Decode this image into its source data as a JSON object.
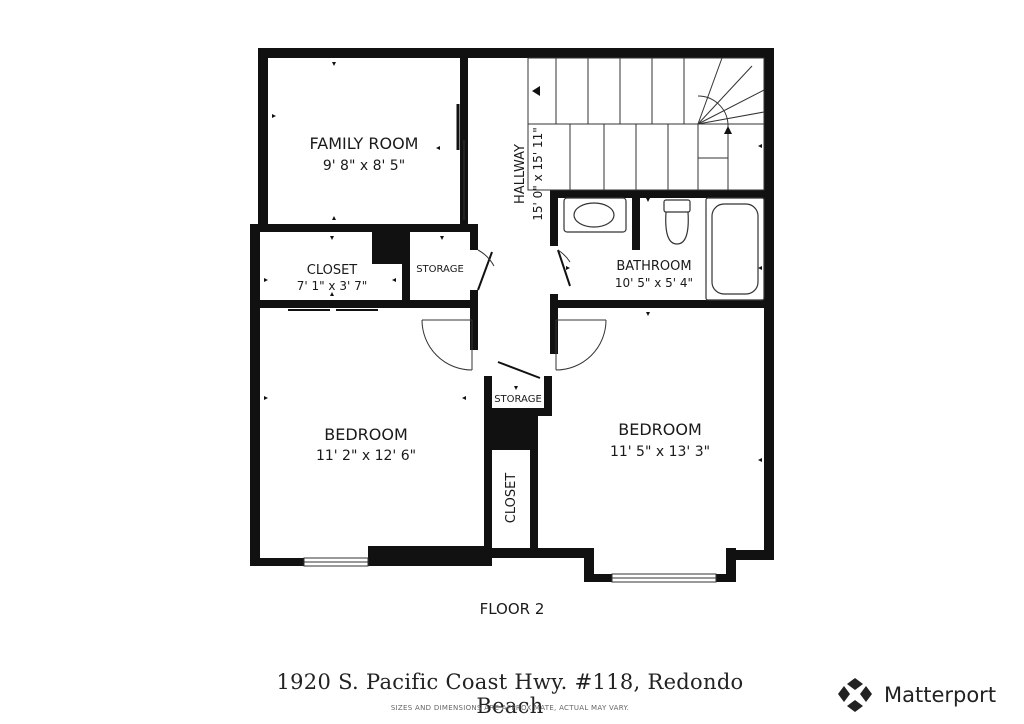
{
  "rooms": {
    "family_room": {
      "name": "FAMILY ROOM",
      "dims": "9' 8\" x 8' 5\""
    },
    "hallway": {
      "name": "HALLWAY",
      "dims": "15' 0\" x 15' 11\""
    },
    "closet_top": {
      "name": "CLOSET",
      "dims": "7' 1\" x 3' 7\""
    },
    "storage_top": {
      "name": "STORAGE"
    },
    "bathroom": {
      "name": "BATHROOM",
      "dims": "10' 5\" x 5' 4\""
    },
    "storage_mid": {
      "name": "STORAGE"
    },
    "bedroom_left": {
      "name": "BEDROOM",
      "dims": "11' 2\" x 12' 6\""
    },
    "bedroom_right": {
      "name": "BEDROOM",
      "dims": "11' 5\" x 13' 3\""
    },
    "closet_bottom": {
      "name": "CLOSET"
    }
  },
  "floor_label": "FLOOR 2",
  "address": "1920 S. Pacific Coast Hwy. #118, Redondo Beach",
  "disclaimer": "SIZES AND DIMENSIONS ARE APPROXIMATE, ACTUAL MAY VARY.",
  "brand": {
    "name": "Matterport",
    "logo_icon": "matterport-logo-icon"
  },
  "colors": {
    "wall": "#111111",
    "line": "#333333",
    "background": "#ffffff"
  }
}
